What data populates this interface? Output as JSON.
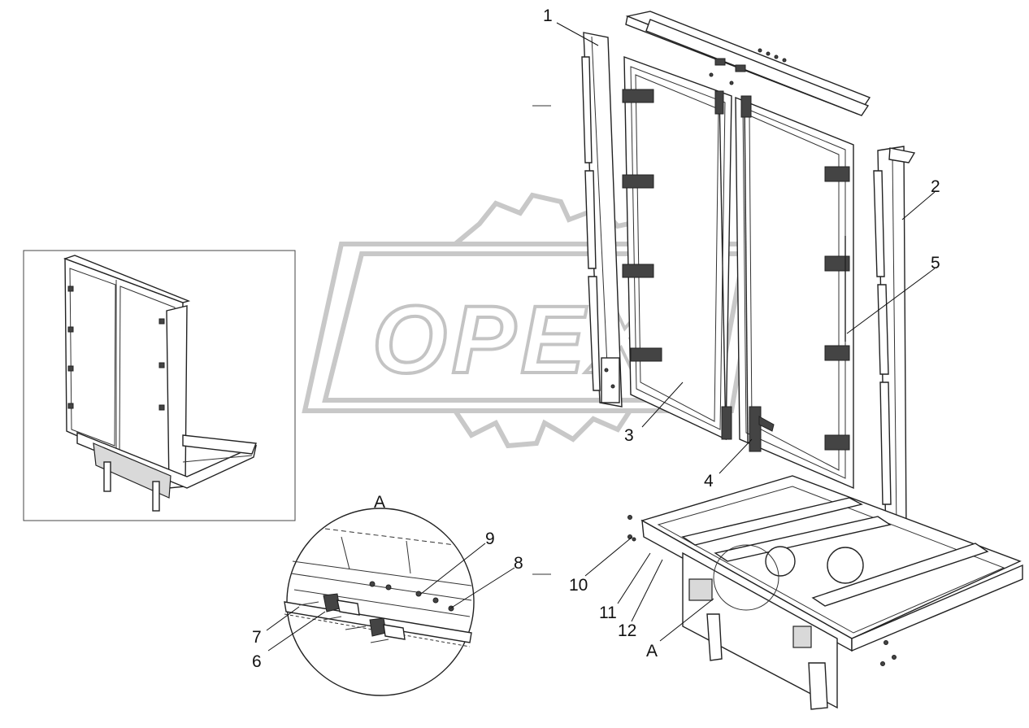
{
  "watermark": {
    "text": "OPEX"
  },
  "detail_view": {
    "label": "A"
  },
  "view_marker": {
    "label": "A"
  },
  "callouts": [
    {
      "id": "1",
      "text": "1"
    },
    {
      "id": "2",
      "text": "2"
    },
    {
      "id": "3",
      "text": "3"
    },
    {
      "id": "4",
      "text": "4"
    },
    {
      "id": "5",
      "text": "5"
    },
    {
      "id": "6",
      "text": "6"
    },
    {
      "id": "7",
      "text": "7"
    },
    {
      "id": "8",
      "text": "8"
    },
    {
      "id": "9",
      "text": "9"
    },
    {
      "id": "10",
      "text": "10"
    },
    {
      "id": "11",
      "text": "11"
    },
    {
      "id": "12",
      "text": "12"
    }
  ]
}
